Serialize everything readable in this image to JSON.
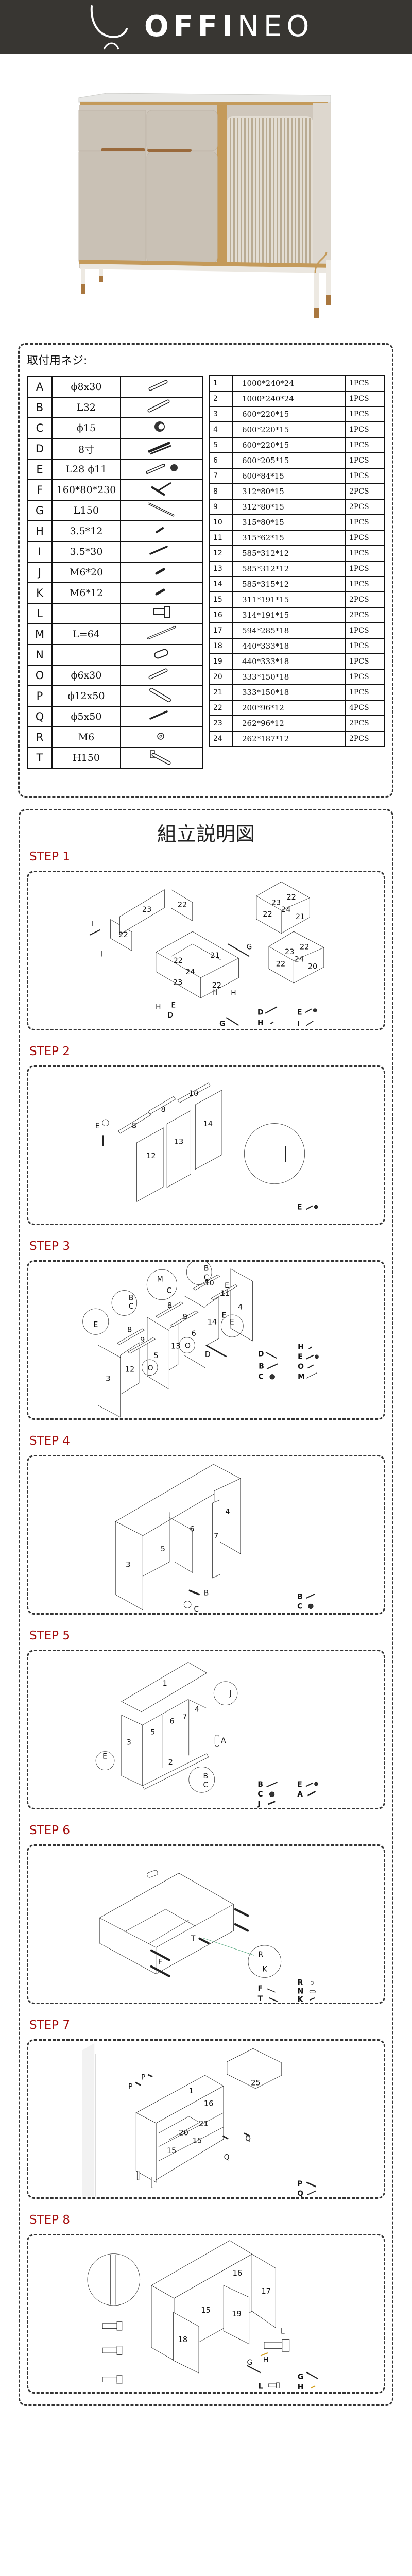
{
  "header": {
    "brand_bold": "OFFI",
    "brand_light": "NEO"
  },
  "colors": {
    "header_bg": "#383632",
    "step_label": "#a50d0d",
    "cabinet_body": "#cfc7bc",
    "gold_trim": "#c49a5a"
  },
  "hardware": {
    "title": "取付用ネジ:",
    "rows": [
      {
        "letter": "A",
        "spec": "ϕ8x30",
        "icon": "dowel-icon"
      },
      {
        "letter": "B",
        "spec": "L32",
        "icon": "cam-bolt-icon"
      },
      {
        "letter": "C",
        "spec": "ϕ15",
        "icon": "cam-lock-icon"
      },
      {
        "letter": "D",
        "spec": "8寸",
        "icon": "drawer-slide-icon"
      },
      {
        "letter": "E",
        "spec": "L28  ϕ11",
        "icon": "bolt-and-cam-icon"
      },
      {
        "letter": "F",
        "spec": "160*80*230",
        "icon": "leg-bracket-icon"
      },
      {
        "letter": "G",
        "spec": "L150",
        "icon": "handle-rail-icon"
      },
      {
        "letter": "H",
        "spec": "3.5*12",
        "icon": "short-screw-icon"
      },
      {
        "letter": "I",
        "spec": "3.5*30",
        "icon": "long-screw-icon"
      },
      {
        "letter": "J",
        "spec": "M6*20",
        "icon": "bolt-icon"
      },
      {
        "letter": "K",
        "spec": "M6*12",
        "icon": "bolt-icon"
      },
      {
        "letter": "L",
        "spec": "",
        "icon": "hinge-icon"
      },
      {
        "letter": "M",
        "spec": "L=64",
        "icon": "double-connector-icon"
      },
      {
        "letter": "N",
        "spec": "",
        "icon": "threaded-insert-icon"
      },
      {
        "letter": "O",
        "spec": "ϕ6x30",
        "icon": "dowel-icon"
      },
      {
        "letter": "P",
        "spec": "ϕ12x50",
        "icon": "wall-plug-icon"
      },
      {
        "letter": "Q",
        "spec": "ϕ5x50",
        "icon": "long-screw-icon"
      },
      {
        "letter": "R",
        "spec": "M6",
        "icon": "washer-icon"
      },
      {
        "letter": "T",
        "spec": "H150",
        "icon": "leg-icon"
      }
    ]
  },
  "panels": {
    "rows": [
      {
        "no": "1",
        "size": "1000*240*24",
        "qty": "1PCS"
      },
      {
        "no": "2",
        "size": "1000*240*24",
        "qty": "1PCS"
      },
      {
        "no": "3",
        "size": "600*220*15",
        "qty": "1PCS"
      },
      {
        "no": "4",
        "size": "600*220*15",
        "qty": "1PCS"
      },
      {
        "no": "5",
        "size": "600*220*15",
        "qty": "1PCS"
      },
      {
        "no": "6",
        "size": "600*205*15",
        "qty": "1PCS"
      },
      {
        "no": "7",
        "size": "600*84*15",
        "qty": "1PCS"
      },
      {
        "no": "8",
        "size": "312*80*15",
        "qty": "2PCS"
      },
      {
        "no": "9",
        "size": "312*80*15",
        "qty": "2PCS"
      },
      {
        "no": "10",
        "size": "315*80*15",
        "qty": "1PCS"
      },
      {
        "no": "11",
        "size": "315*62*15",
        "qty": "1PCS"
      },
      {
        "no": "12",
        "size": "585*312*12",
        "qty": "1PCS"
      },
      {
        "no": "13",
        "size": "585*312*12",
        "qty": "1PCS"
      },
      {
        "no": "14",
        "size": "585*315*12",
        "qty": "1PCS"
      },
      {
        "no": "15",
        "size": "311*191*15",
        "qty": "2PCS"
      },
      {
        "no": "16",
        "size": "314*191*15",
        "qty": "2PCS"
      },
      {
        "no": "17",
        "size": "594*285*18",
        "qty": "1PCS"
      },
      {
        "no": "18",
        "size": "440*333*18",
        "qty": "1PCS"
      },
      {
        "no": "19",
        "size": "440*333*18",
        "qty": "1PCS"
      },
      {
        "no": "20",
        "size": "333*150*18",
        "qty": "1PCS"
      },
      {
        "no": "21",
        "size": "333*150*18",
        "qty": "1PCS"
      },
      {
        "no": "22",
        "size": "200*96*12",
        "qty": "4PCS"
      },
      {
        "no": "23",
        "size": "262*96*12",
        "qty": "2PCS"
      },
      {
        "no": "24",
        "size": "262*187*12",
        "qty": "2PCS"
      }
    ]
  },
  "assembly": {
    "title": "組立説明図",
    "steps": [
      {
        "label": "STEP 1",
        "parts": [
          "22",
          "23",
          "22",
          "22",
          "21",
          "24",
          "23",
          "22",
          "23",
          "22",
          "24",
          "22",
          "21",
          "23",
          "22",
          "24",
          "22",
          "20"
        ],
        "callouts": [
          "I",
          "I",
          "G",
          "H",
          "H",
          "H",
          "E",
          "D"
        ],
        "legend": [
          "D",
          "E",
          "G",
          "H",
          "I"
        ]
      },
      {
        "label": "STEP 2",
        "parts": [
          "8",
          "8",
          "10",
          "12",
          "13",
          "14"
        ],
        "callouts": [
          "E"
        ],
        "legend": [
          "E"
        ]
      },
      {
        "label": "STEP 3",
        "parts": [
          "3",
          "12",
          "5",
          "13",
          "6",
          "14",
          "4",
          "8",
          "9",
          "8",
          "9",
          "10",
          "11"
        ],
        "callouts": [
          "E",
          "B",
          "C",
          "M",
          "C",
          "B",
          "C",
          "E",
          "E",
          "E",
          "O",
          "O",
          "D"
        ],
        "legend": [
          "D",
          "B",
          "C",
          "H",
          "E",
          "O",
          "M"
        ]
      },
      {
        "label": "STEP 4",
        "parts": [
          "3",
          "5",
          "6",
          "7",
          "4"
        ],
        "callouts": [
          "B",
          "C"
        ],
        "legend": [
          "B",
          "C"
        ]
      },
      {
        "label": "STEP 5",
        "parts": [
          "1",
          "3",
          "5",
          "6",
          "7",
          "4",
          "2"
        ],
        "callouts": [
          "J",
          "A",
          "E",
          "B",
          "C"
        ],
        "legend": [
          "B",
          "C",
          "J",
          "E",
          "A"
        ]
      },
      {
        "label": "STEP 6",
        "parts": [],
        "callouts": [
          "T",
          "F",
          "R",
          "K"
        ],
        "legend": [
          "F",
          "T",
          "R",
          "N",
          "K"
        ]
      },
      {
        "label": "STEP 7",
        "parts": [
          "1",
          "16",
          "21",
          "20",
          "15",
          "15",
          "25"
        ],
        "callouts": [
          "P",
          "P",
          "Q",
          "Q"
        ],
        "legend": [
          "P",
          "Q"
        ]
      },
      {
        "label": "STEP 8",
        "parts": [
          "16",
          "17",
          "15",
          "19",
          "18"
        ],
        "callouts": [
          "L",
          "H",
          "G"
        ],
        "legend": [
          "L",
          "G",
          "H"
        ]
      }
    ]
  }
}
